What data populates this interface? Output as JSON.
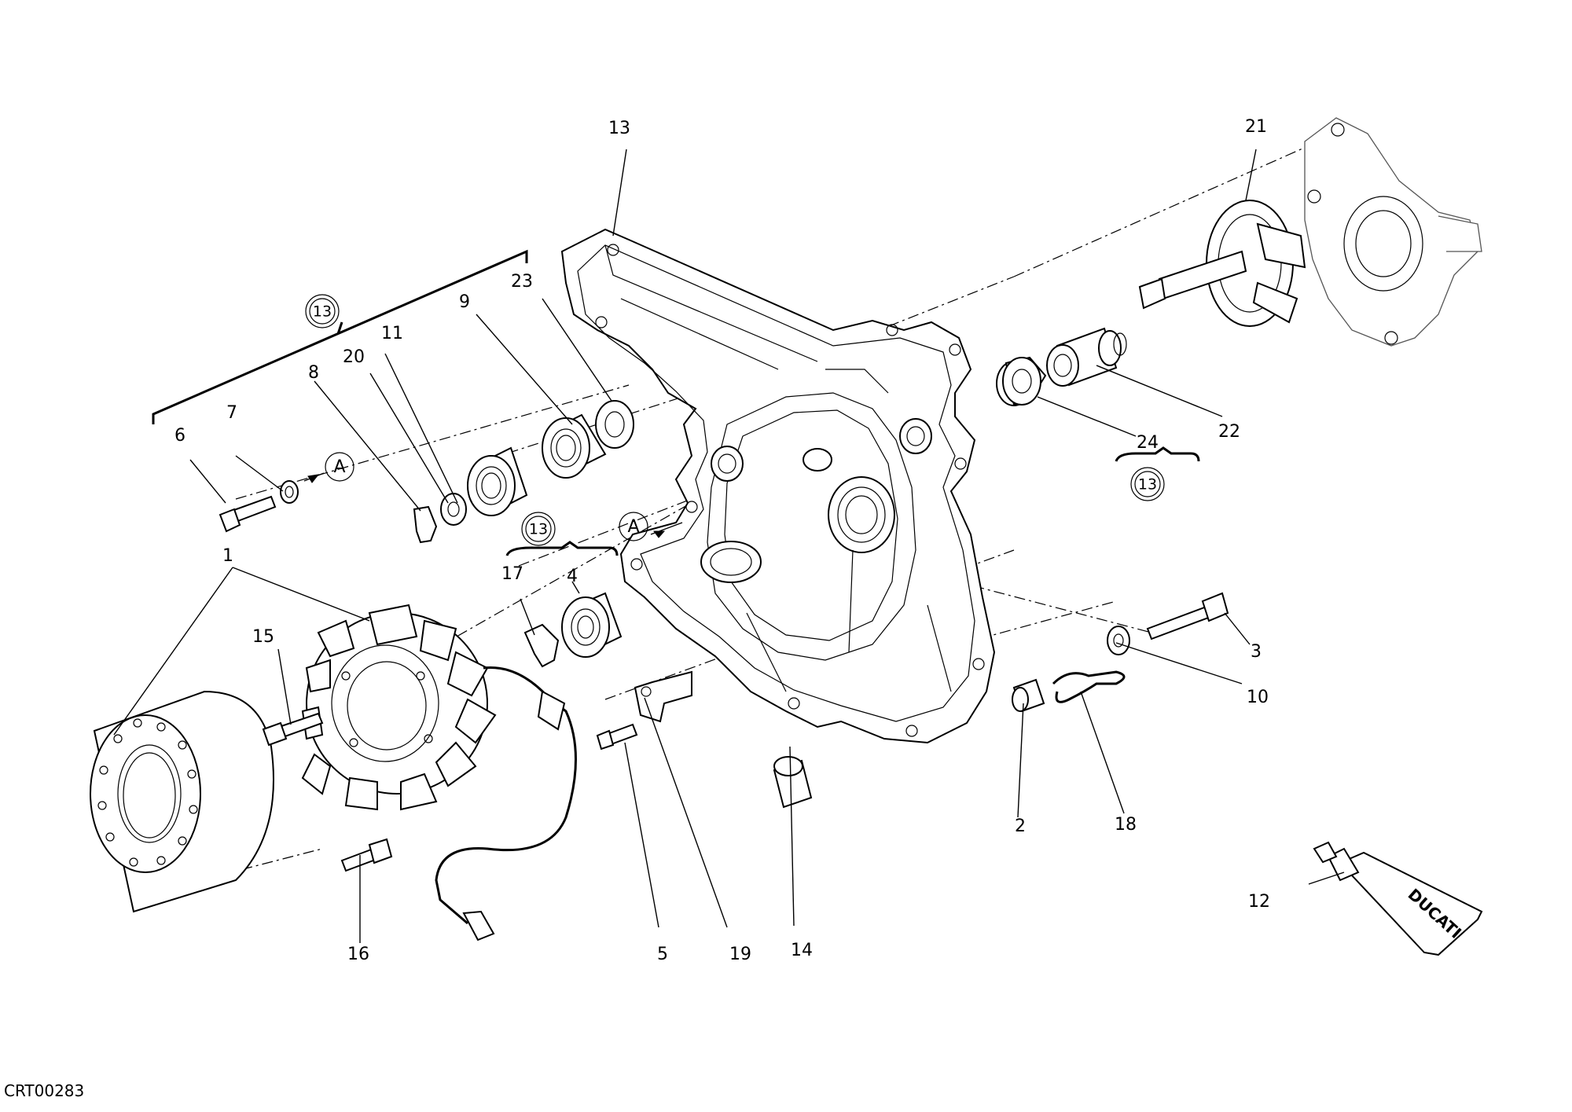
{
  "drawing_code": "CRT00283",
  "callouts": {
    "p1": "1",
    "p2": "2",
    "p3": "3",
    "p4": "4",
    "p5": "5",
    "p6": "6",
    "p7": "7",
    "p8": "8",
    "p9": "9",
    "p10": "10",
    "p11": "11",
    "p12": "12",
    "p13": "13",
    "p14": "14",
    "p15": "15",
    "p16": "16",
    "p17": "17",
    "p18": "18",
    "p19": "19",
    "p20": "20",
    "p21": "21",
    "p22": "22",
    "p23": "23",
    "p24": "24"
  },
  "kit_refs": {
    "kit_a": "13",
    "kit_b": "13",
    "kit_c": "13"
  },
  "view_markers": {
    "marker_1": "A",
    "marker_2": "A"
  },
  "tube_brand": "DUCATI"
}
